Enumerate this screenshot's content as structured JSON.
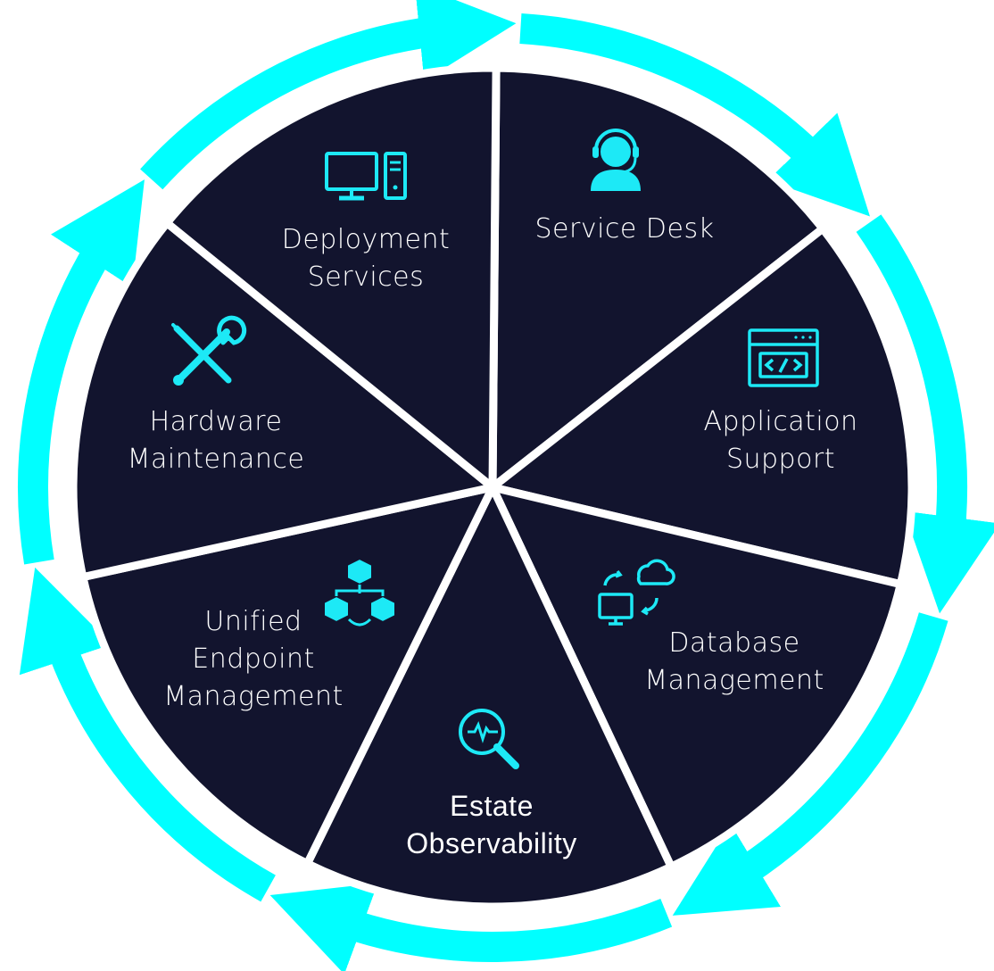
{
  "colors": {
    "background": "#ffffff",
    "ring": "#00ffff",
    "segment_fill": "#12142e",
    "segment_gap": "#ffffff",
    "icon": "#1de9f6",
    "text": "#ffffff"
  },
  "segments": [
    {
      "id": "service-desk",
      "icon": "headset-agent-icon",
      "lines": [
        "Service Desk"
      ]
    },
    {
      "id": "application-support",
      "icon": "code-window-icon",
      "lines": [
        "Application",
        "Support"
      ]
    },
    {
      "id": "database-management",
      "icon": "cloud-sync-monitor-icon",
      "lines": [
        "Database",
        "Management"
      ]
    },
    {
      "id": "estate-observability",
      "icon": "magnifier-pulse-icon",
      "lines": [
        "Estate",
        "Observability"
      ]
    },
    {
      "id": "unified-endpoint-management",
      "icon": "connected-cubes-icon",
      "lines": [
        "Unified",
        "Endpoint",
        "Management"
      ]
    },
    {
      "id": "hardware-maintenance",
      "icon": "wrench-screwdriver-icon",
      "lines": [
        "Hardware",
        "Maintenance"
      ]
    },
    {
      "id": "deployment-services",
      "icon": "desktop-computer-icon",
      "lines": [
        "Deployment",
        "Services"
      ]
    }
  ]
}
